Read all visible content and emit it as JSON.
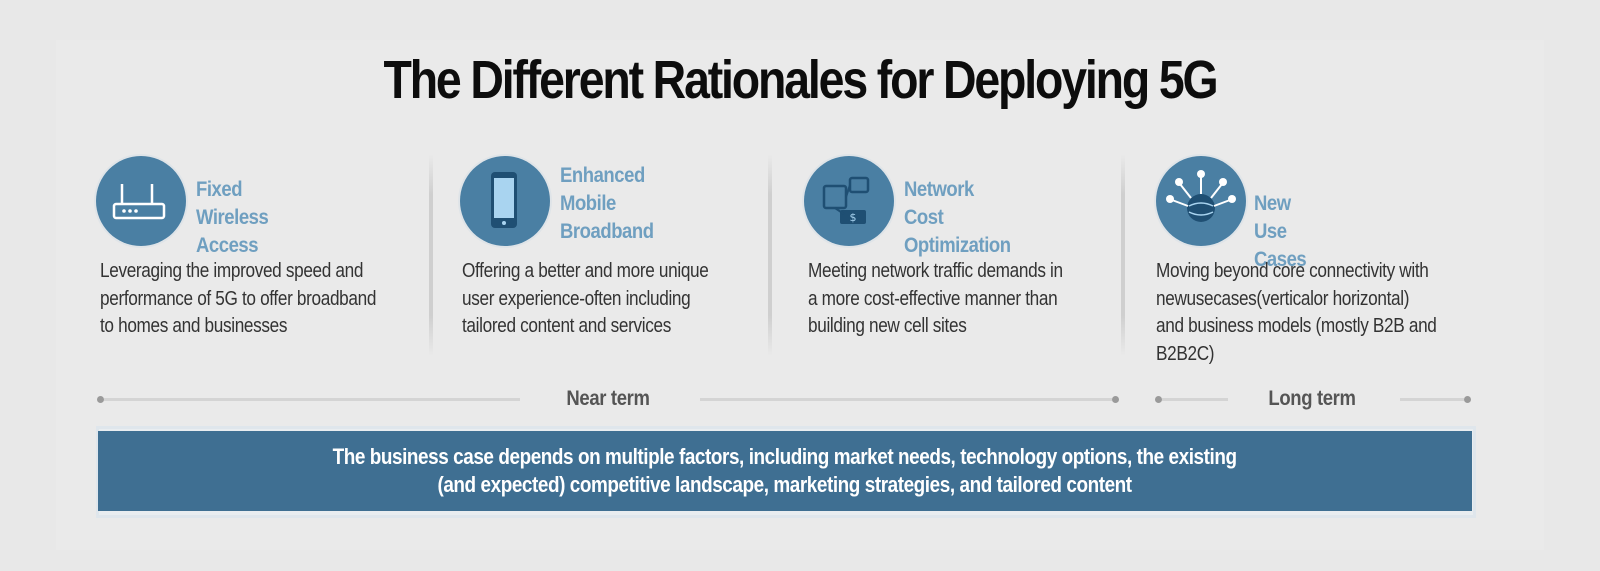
{
  "title": "The Different Rationales for Deploying 5G",
  "rationales": [
    {
      "heading": "Fixed Wireless\nAccess",
      "description": "Leveraging the improved speed and\nperformance of 5G to offer broadband\nto homes and businesses",
      "icon": "router-icon"
    },
    {
      "heading": "Enhanced\nMobile\nBroadband",
      "description": "Offering a better and more unique\nuser experience-often including\ntailored content and services",
      "icon": "smartphone-icon"
    },
    {
      "heading": "Network Cost\nOptimization",
      "description": "Meeting network traffic demands in\na more cost-effective manner than\nbuilding new cell sites",
      "icon": "network-cost-icon"
    },
    {
      "heading": "New Use Cases",
      "description": "Moving beyond core connectivity with\nnewusecases(verticalor horizontal)\nand business models (mostly B2B and\nB2B2C)",
      "icon": "connected-globe-icon"
    }
  ],
  "timeline": {
    "near_term": "Near term",
    "long_term": "Long term"
  },
  "banner": {
    "text": "The business case depends on multiple factors, including market needs, technology options, the existing\n(and expected) competitive landscape, marketing strategies, and tailored content"
  },
  "colors": {
    "icon_blue": "#4a7fa3",
    "heading_blue": "#6f9fc0",
    "banner_blue": "#3f6f92"
  }
}
